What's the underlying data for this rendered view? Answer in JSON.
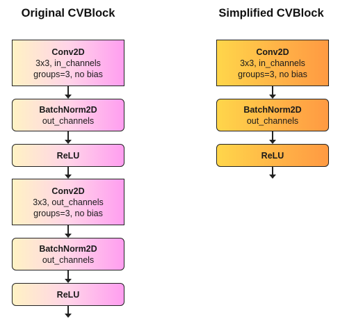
{
  "left": {
    "title": "Original CVBlock",
    "blocks": [
      {
        "name": "Conv2D",
        "lines": [
          "3x3, in_channels",
          "groups=3, no bias"
        ]
      },
      {
        "name": "BatchNorm2D",
        "lines": [
          "out_channels"
        ]
      },
      {
        "name": "ReLU",
        "lines": []
      },
      {
        "name": "Conv2D",
        "lines": [
          "3x3, out_channels",
          "groups=3, no bias"
        ]
      },
      {
        "name": "BatchNorm2D",
        "lines": [
          "out_channels"
        ]
      },
      {
        "name": "ReLU",
        "lines": []
      }
    ]
  },
  "right": {
    "title": "Simplified CVBlock",
    "blocks": [
      {
        "name": "Conv2D",
        "lines": [
          "3x3, in_channels",
          "groups=3, no bias"
        ]
      },
      {
        "name": "BatchNorm2D",
        "lines": [
          "out_channels"
        ]
      },
      {
        "name": "ReLU",
        "lines": []
      }
    ]
  },
  "colors": {
    "left_gradient": [
      "#fff2c4",
      "#ffd4e8",
      "#ff9ef0"
    ],
    "right_gradient": [
      "#ffd64a",
      "#ffb347",
      "#ff9a42"
    ],
    "border": "#222222"
  }
}
